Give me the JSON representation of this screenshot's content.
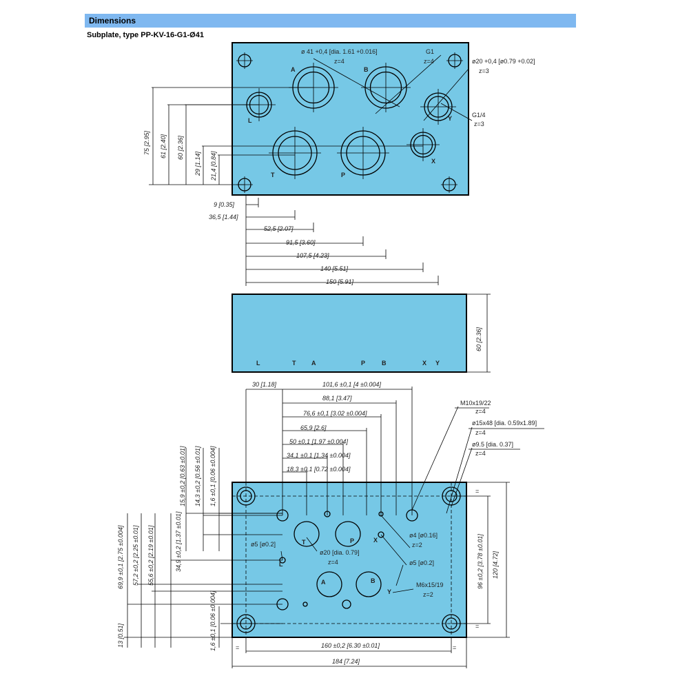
{
  "header": {
    "title": "Dimensions"
  },
  "subtitle": "Subplate, type PP-KV-16-G1-Ø41",
  "top_view": {
    "callouts": {
      "main_bore": "ø 41 +0,4 [dia. 1.61 +0.016]",
      "main_bore_qty": "z=4",
      "main_thread": "G1",
      "main_thread_qty": "z=4",
      "pilot_bore": "ø20 +0,4 [ø0.79 +0.02]",
      "pilot_bore_qty": "z=3",
      "pilot_thread": "G1/4",
      "pilot_thread_qty": "z=3"
    },
    "ports": [
      "A",
      "B",
      "L",
      "Y",
      "T",
      "P",
      "X"
    ],
    "vertical_dims": [
      "75 [2.95]",
      "61 [2.40]",
      "60 [2.36]",
      "29 [1.14]",
      "21,4 [0.84]"
    ],
    "horizontal_dims": [
      "9 [0.35]",
      "36,5 [1.44]",
      "52,5 [2.07]",
      "91,5 [3.60]",
      "107,5 [4.23]",
      "140 [5.51]",
      "150 [5.91]"
    ]
  },
  "side_view": {
    "ports": [
      "L",
      "T",
      "A",
      "P",
      "B",
      "X",
      "Y"
    ],
    "height_dim": "60 [2.36]"
  },
  "bottom_view": {
    "top_dims": [
      "30 [1.18]",
      "101,6 ±0,1 [4 ±0.004]",
      "88,1 [3.47]",
      "76,6 ±0,1 [3.02 ±0.004]",
      "65,9 [2.6]",
      "50 ±0,1 [1.97 ±0.004]",
      "34,1 ±0,1 [1,34 ±0.004]",
      "18,3 ±0,1 [0.72 ±0.004]"
    ],
    "left_dims": [
      "15,9 ±0,2 [0.63 ±0.01]",
      "14,3 ±0,2 [0.56 ±0.01]",
      "1,6 ±0,1 [0.06 ±0.004]",
      "34,9 ±0,2 [1.37 ±0.01]",
      "55,6 ±0,2 [2.19 ±0.01]",
      "57,2 ±0,2 [2.25 ±0.01]",
      "69,9 ±0,1 [2.75 ±0.004]",
      "13 [0.51]",
      "1,6 ±0,1 [0.06 ±0.004]"
    ],
    "right_dims": [
      "96 ±0,2 [3.78 ±0.01]",
      "120 [4.72]"
    ],
    "bottom_dims": [
      "160 ±0,2 [6.30 ±0.01]",
      "184 [7.24]"
    ],
    "callouts": {
      "m10": "M10x19/22",
      "m10_qty": "z=4",
      "cbore": "ø15x48 [dia. 0.59x1.89]",
      "cbore_qty": "z=4",
      "thru": "ø9.5 [dia. 0.37]",
      "thru_qty": "z=4",
      "d4": "ø4 [ø0.16]",
      "d4_qty": "z=2",
      "d5_right": "ø5 [ø0.2]",
      "d20": "ø20 [dia. 0.79]",
      "d20_qty": "z=4",
      "d5_left": "ø5 [ø0.2]",
      "m6": "M6x15/19",
      "m6_qty": "z=2"
    },
    "ports": [
      "T",
      "P",
      "A",
      "B",
      "X",
      "Y",
      "L"
    ],
    "flat_marks": [
      "=",
      "=",
      "=",
      "="
    ]
  }
}
